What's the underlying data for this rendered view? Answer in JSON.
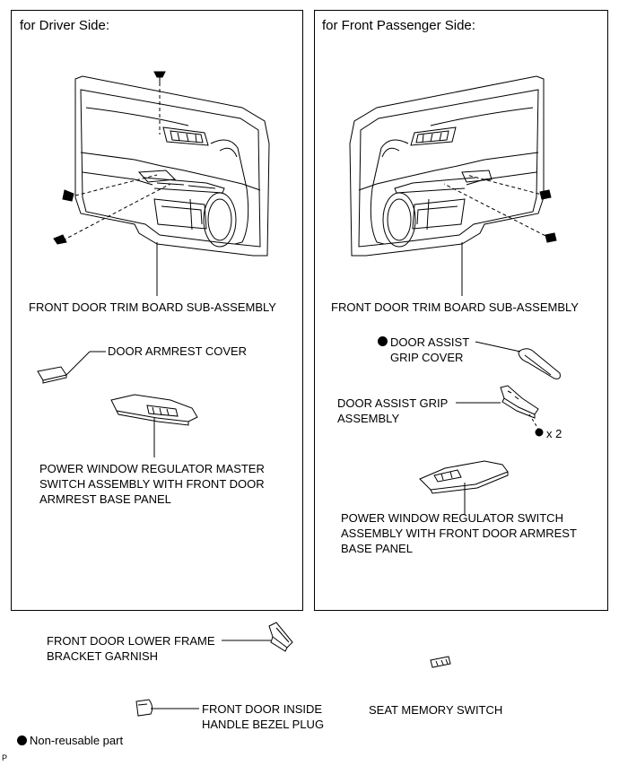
{
  "panels": {
    "driver_title": "for Driver Side:",
    "passenger_title": "for Front Passenger Side:"
  },
  "labels": {
    "driver_trim": "FRONT DOOR TRIM BOARD SUB-ASSEMBLY",
    "armrest_cover": "DOOR ARMREST COVER",
    "master_switch": "POWER WINDOW REGULATOR MASTER\nSWITCH ASSEMBLY WITH FRONT DOOR\nARMREST BASE PANEL",
    "passenger_trim": "FRONT DOOR TRIM BOARD SUB-ASSEMBLY",
    "grip_cover": "DOOR ASSIST\nGRIP COVER",
    "grip_assembly": "DOOR ASSIST GRIP\nASSEMBLY",
    "screw_count": "x 2",
    "regulator_switch": "POWER WINDOW REGULATOR SWITCH\nASSEMBLY WITH FRONT DOOR ARMREST\nBASE PANEL",
    "lower_frame_garnish": "FRONT DOOR LOWER FRAME\nBRACKET GARNISH",
    "seat_memory": "SEAT MEMORY SWITCH",
    "bezel_plug": "FRONT DOOR INSIDE\nHANDLE BEZEL PLUG"
  },
  "legend": {
    "non_reusable": "Non-reusable part"
  },
  "corner_code": "P"
}
